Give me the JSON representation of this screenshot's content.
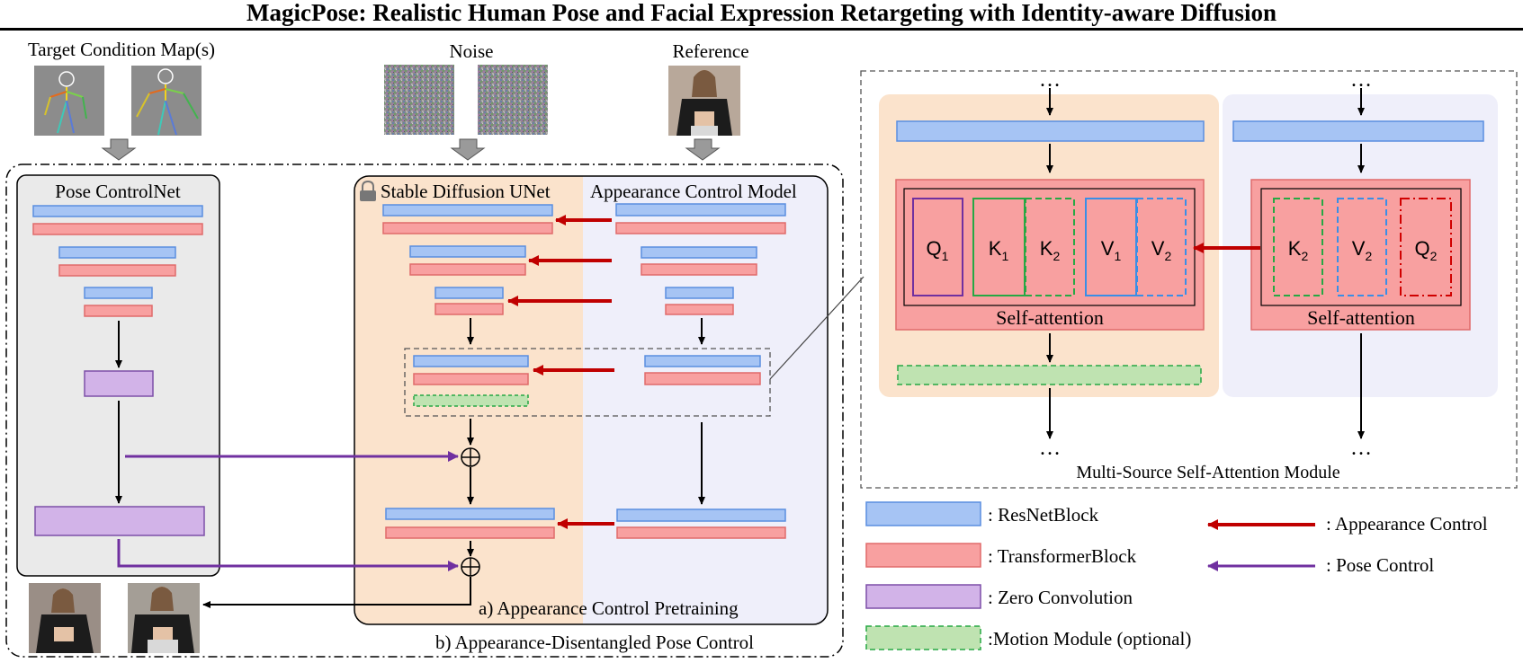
{
  "title": "MagicPose: Realistic Human Pose and Facial Expression Retargeting with Identity-aware Diffusion",
  "inputs": {
    "target_condition": "Target Condition Map(s)",
    "noise": "Noise",
    "reference": "Reference"
  },
  "modules": {
    "pose_controlnet": "Pose ControlNet",
    "sd_unet": "Stable Diffusion UNet",
    "appearance_model": "Appearance Control Model",
    "caption_a": "a) Appearance Control Pretraining",
    "caption_b": "b) Appearance-Disentangled Pose Control"
  },
  "attention": {
    "title": "Multi-Source Self-Attention Module",
    "left_label": "Self-attention",
    "right_label": "Self-attention",
    "ellipsis": "…",
    "tokens": {
      "q1": {
        "base": "Q",
        "sub": "1"
      },
      "k1": {
        "base": "K",
        "sub": "1"
      },
      "k2": {
        "base": "K",
        "sub": "2"
      },
      "v1": {
        "base": "V",
        "sub": "1"
      },
      "v2": {
        "base": "V",
        "sub": "2"
      },
      "k2r": {
        "base": "K",
        "sub": "2"
      },
      "v2r": {
        "base": "V",
        "sub": "2"
      },
      "q2r": {
        "base": "Q",
        "sub": "2"
      }
    }
  },
  "legend": {
    "resnet": ": ResNetBlock",
    "transformer": ": TransformerBlock",
    "zero_conv": ": Zero Convolution",
    "motion": ":Motion Module (optional)",
    "appearance_control": ": Appearance Control",
    "pose_control": ": Pose Control"
  },
  "colors": {
    "resnet_fill": "#a6c4f4",
    "resnet_stroke": "#5a8ee0",
    "transformer_fill": "#f8a0a0",
    "transformer_stroke": "#e06a6a",
    "zero_fill": "#d2b3e8",
    "zero_stroke": "#7d4fa8",
    "motion_fill": "#bfe3b1",
    "motion_stroke": "#27a844",
    "appearance_arrow": "#c00000",
    "pose_arrow": "#7030a0",
    "unet_bg": "#fbe3cc",
    "app_bg": "#efeffa",
    "controlnet_bg": "#eaeaea"
  }
}
